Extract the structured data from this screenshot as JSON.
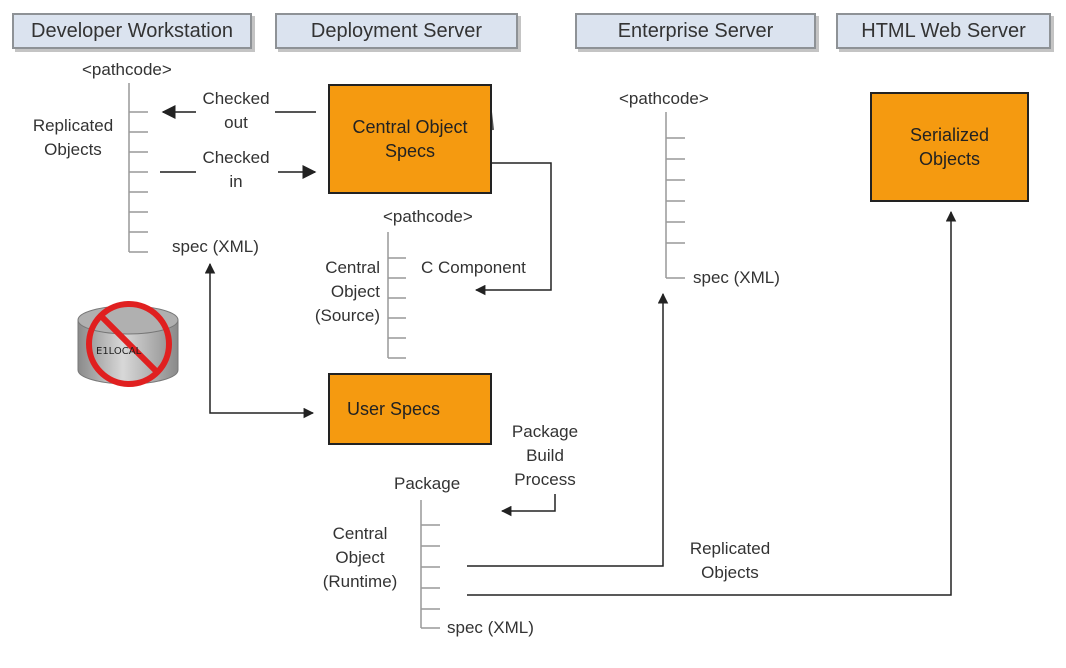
{
  "headers": {
    "developer_workstation": "Developer Workstation",
    "deployment_server": "Deployment Server",
    "enterprise_server": "Enterprise Server",
    "html_web_server": "HTML Web Server"
  },
  "boxes": {
    "central_object_specs": "Central Object\nSpecs",
    "user_specs": "User Specs",
    "serialized_objects": "Serialized\nObjects"
  },
  "labels": {
    "dev_pathcode": "<pathcode>",
    "replicated_objects_left": "Replicated\nObjects",
    "checked_out": "Checked\nout",
    "checked_in": "Checked\nin",
    "dev_spec_xml": "spec (XML)",
    "dep_pathcode": "<pathcode>",
    "central_object_source": "Central\nObject\n(Source)",
    "c_component": "C Component",
    "package_build_process": "Package\nBuild\nProcess",
    "package": "Package",
    "central_object_runtime": "Central\nObject\n(Runtime)",
    "package_spec_xml": "spec (XML)",
    "replicated_objects_bottom": "Replicated\nObjects",
    "ent_pathcode": "<pathcode>",
    "ent_spec_xml": "spec (XML)",
    "e1local": "E1LOCAL"
  },
  "colors": {
    "header_fill": "#dbe3ef",
    "box_fill": "#f59a10",
    "no_sign": "#e02020",
    "line": "#333333"
  }
}
